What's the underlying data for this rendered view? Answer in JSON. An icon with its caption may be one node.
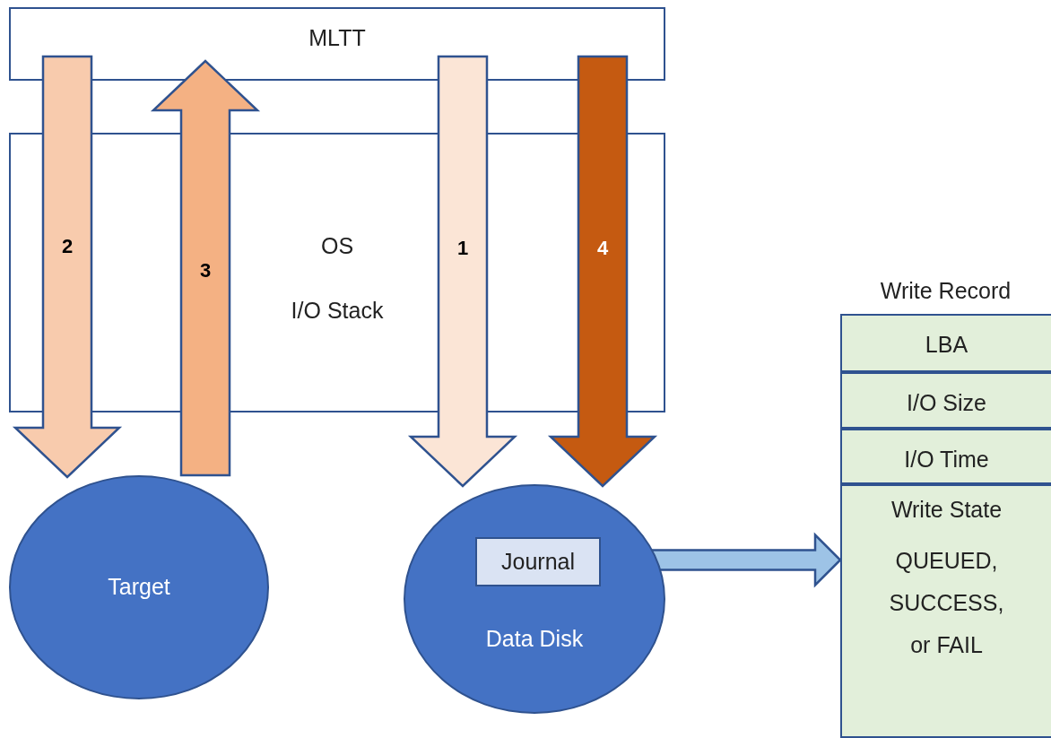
{
  "diagram": {
    "nodes": [
      {
        "text": [
          "MLTT"
        ]
      },
      {
        "text": [
          "OS",
          "I/O Stack"
        ]
      },
      {
        "text": [
          "Target"
        ]
      },
      {
        "text": [
          "Data Disk"
        ]
      },
      {
        "text": [
          "Journal"
        ],
        "in": 3
      },
      {
        "text": [
          "Write Record"
        ]
      },
      {
        "text": [
          "LBA"
        ],
        "in": 5
      },
      {
        "text": [
          "I/O Size"
        ],
        "in": 5
      },
      {
        "text": [
          "I/O Time"
        ],
        "in": 5
      },
      {
        "text": [
          "Write State",
          "QUEUED, SUCCESS, or FAIL"
        ],
        "in": 5
      }
    ],
    "edges": [
      {
        "from": 0,
        "to": 2,
        "arrow": "to",
        "label": "2",
        "style": "thick",
        "color": "#f8cbad"
      },
      {
        "from": 2,
        "to": 0,
        "arrow": "to",
        "label": "3",
        "style": "thick",
        "color": "#f4b183"
      },
      {
        "from": 0,
        "to": 3,
        "arrow": "to",
        "label": "1",
        "style": "thick",
        "color": "#fbe5d6"
      },
      {
        "from": 0,
        "to": 3,
        "arrow": "to",
        "label": "4",
        "style": "thick",
        "color": "#c55a11"
      },
      {
        "from": 4,
        "to": 5,
        "arrow": "to",
        "style": "thick",
        "color": "#9dc3e6"
      }
    ]
  }
}
